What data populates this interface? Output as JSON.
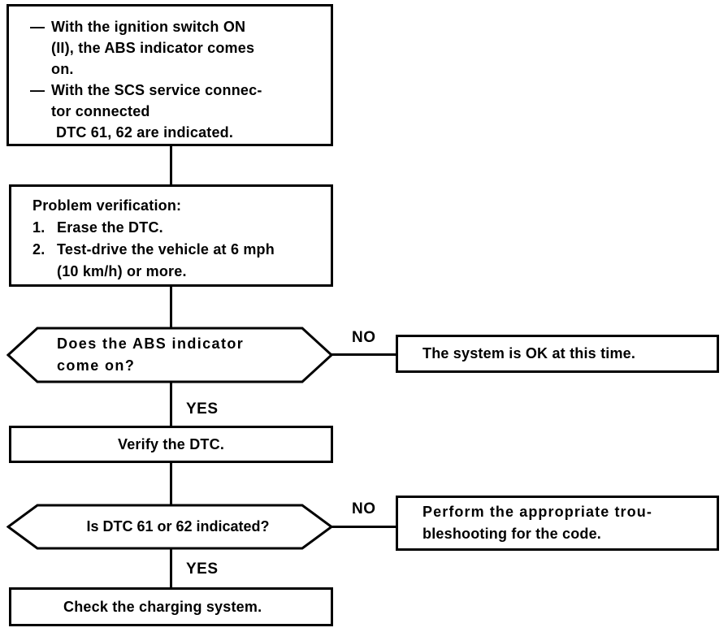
{
  "diagram": {
    "title": "ABS DTC 61/62 troubleshooting flowchart",
    "line_color": "#000000",
    "background": "#ffffff"
  },
  "nodes": {
    "precondition": {
      "bullets": [
        {
          "marker": "—",
          "lines": [
            "With the ignition switch ON",
            "(II), the ABS indicator comes",
            "on."
          ]
        },
        {
          "marker": "—",
          "lines": [
            "With the SCS service connec-",
            "tor connected",
            "DTC 61, 62 are indicated."
          ]
        }
      ]
    },
    "problem_verification": {
      "heading": "Problem verification:",
      "steps": [
        {
          "marker": "1.",
          "lines": [
            "Erase the DTC."
          ]
        },
        {
          "marker": "2.",
          "lines": [
            "Test-drive the vehicle at 6 mph",
            "(10 km/h) or more."
          ]
        }
      ]
    },
    "abs_indicator_question": {
      "lines": [
        "Does the ABS indicator",
        "come on?"
      ]
    },
    "system_ok": {
      "lines": [
        "The system is OK at this time."
      ]
    },
    "verify_dtc": {
      "lines": [
        "Verify the DTC."
      ]
    },
    "dtc_question": {
      "lines": [
        "Is DTC 61 or 62 indicated?"
      ]
    },
    "troubleshoot": {
      "lines": [
        "Perform the appropriate trou-",
        "bleshooting for the code."
      ]
    },
    "check_charging": {
      "lines": [
        "Check the charging system."
      ]
    }
  },
  "branch_labels": {
    "no_1": "NO",
    "yes_1": "YES",
    "no_2": "NO",
    "yes_2": "YES"
  }
}
